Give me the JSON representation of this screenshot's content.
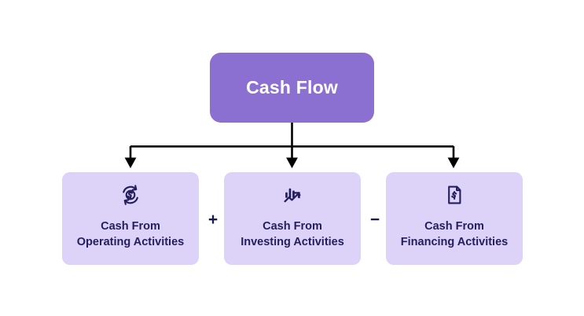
{
  "diagram": {
    "title": "Cash Flow",
    "root": {
      "label": "Cash Flow",
      "color": "#8B6FD1",
      "text_color": "#FFFFFF"
    },
    "node_color": "#DDD2F8",
    "node_text_color": "#221F5C",
    "connector_color": "#000000",
    "background": "#FFFFFF",
    "children": [
      {
        "line1": "Cash From",
        "line2": "Operating Activities",
        "icon": "cash-cycle-icon"
      },
      {
        "line1": "Cash From",
        "line2": "Investing Activities",
        "icon": "bar-chart-trend-icon"
      },
      {
        "line1": "Cash From",
        "line2": "Financing Activities",
        "icon": "invoice-dollar-icon"
      }
    ],
    "operators": [
      {
        "symbol": "+",
        "name": "plus"
      },
      {
        "symbol": "−",
        "name": "minus"
      }
    ]
  }
}
